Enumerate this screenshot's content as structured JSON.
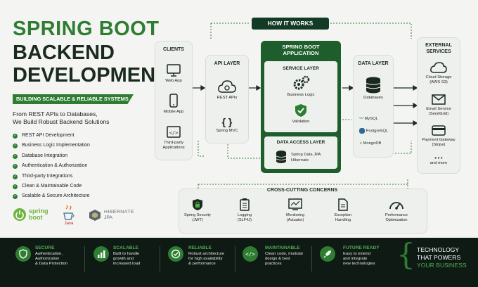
{
  "title": {
    "line1": "SPRING BOOT",
    "line2": "BACKEND",
    "line3": "DEVELOPMENT",
    "banner": "BUILDING SCALABLE & RELIABLE SYSTEMS"
  },
  "intro": {
    "line1": "From REST APIs to Databases,",
    "line2": "We Build Robust Backend Solutions"
  },
  "features": [
    "REST API Development",
    "Business Logic Implementation",
    "Database Integration",
    "Authentication & Authorization",
    "Third-party Integrations",
    "Clean & Maintainable Code",
    "Scalable & Secure Architecture"
  ],
  "logos": {
    "spring_line1": "spring",
    "spring_line2": "boot",
    "java": "Java",
    "hibernate_line1": "HIBERNATE",
    "hibernate_line2": "JPA"
  },
  "how_it_works": "HOW IT WORKS",
  "clients": {
    "title": "CLIENTS",
    "items": [
      "Web App",
      "Mobile App",
      "Third-party",
      "Applications"
    ]
  },
  "api_layer": {
    "title": "API LAYER",
    "items": [
      "REST APIs",
      "Spring MVC"
    ]
  },
  "app": {
    "title_line1": "SPRING BOOT",
    "title_line2": "APPLICATION",
    "service_layer": "SERVICE LAYER",
    "business_logic": "Business Logic",
    "validation": "Validation",
    "data_access_layer": "DATA ACCESS LAYER",
    "jpa_line1": "Spring Data JPA",
    "jpa_line2": "Hibernate"
  },
  "data_layer": {
    "title": "DATA LAYER",
    "databases": "Databases",
    "mysql": "MySQL",
    "postgres": "PostgreSQL",
    "mongo": "MongoDB"
  },
  "external": {
    "title_line1": "EXTERNAL",
    "title_line2": "SERVICES",
    "cloud_line1": "Cloud Storage",
    "cloud_line2": "(AWS S3)",
    "email_line1": "Email Service",
    "email_line2": "(SendGrid)",
    "payment_line1": "Payment Gateway",
    "payment_line2": "(Stripe)",
    "more_dots": "• • •",
    "more": "and more"
  },
  "cross_cutting": {
    "title": "CROSS-CUTTING CONCERNS",
    "items": [
      {
        "l1": "Spring Security",
        "l2": "(JWT)"
      },
      {
        "l1": "Logging",
        "l2": "(SLF4J)"
      },
      {
        "l1": "Monitoring",
        "l2": "(Actuator)"
      },
      {
        "l1": "Exception",
        "l2": "Handling"
      },
      {
        "l1": "Performance",
        "l2": "Optimization"
      }
    ]
  },
  "bottom": {
    "items": [
      {
        "title": "SECURE",
        "d1": "Authentication,",
        "d2": "Authorization",
        "d3": "& Data Protection"
      },
      {
        "title": "SCALABLE",
        "d1": "Built to handle",
        "d2": "growth and",
        "d3": "increased load"
      },
      {
        "title": "RELIABLE",
        "d1": "Robust architecture",
        "d2": "for high availability",
        "d3": "& performance"
      },
      {
        "title": "MAINTAINABLE",
        "d1": "Clean code, modular",
        "d2": "design & best",
        "d3": "practices"
      },
      {
        "title": "FUTURE READY",
        "d1": "Easy to extend",
        "d2": "and integrate",
        "d3": "new technologies"
      }
    ],
    "tagline1": "TECHNOLOGY",
    "tagline2": "THAT POWERS",
    "tagline3": "YOUR BUSINESS"
  },
  "colors": {
    "primary_green": "#2e7d32",
    "dark_green": "#1d5e2c",
    "navy": "#133a24",
    "bottom_bg": "#0f1a14"
  }
}
